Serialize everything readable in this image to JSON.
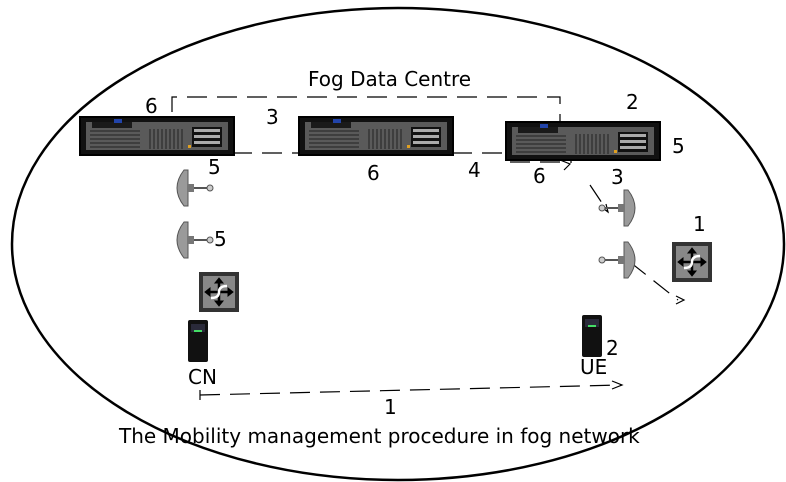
{
  "diagram": {
    "title": "Fog Data Centre",
    "caption": "The Mobility management procedure in fog network",
    "nodes": {
      "cn_label": "CN",
      "ue_label": "UE"
    },
    "steps": {
      "s6_top_left": "6",
      "s2_top_right": "2",
      "s3_top": "3",
      "s5_under_left_server": "5",
      "s6_under_mid_server": "6",
      "s4_between": "4",
      "s6_under_right_server": "6",
      "s5_right_of_server": "5",
      "s3_right": "3",
      "s5_left_antenna": "5",
      "s1_right_router": "1",
      "s2_ue": "2",
      "s1_bottom": "1"
    },
    "icons": {
      "server": "rack-server-icon",
      "antenna": "dish-antenna-icon",
      "router": "router-icon",
      "tower": "lattice-tower-icon",
      "device": "mobile-device-icon"
    }
  }
}
